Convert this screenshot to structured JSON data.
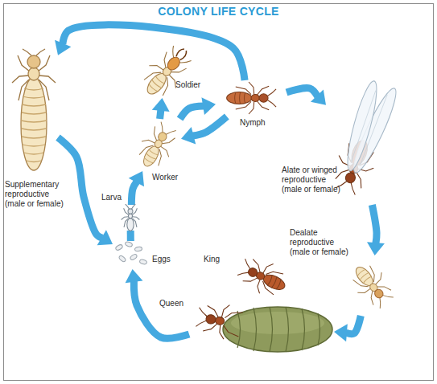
{
  "diagram": {
    "title": "COLONY LIFE CYCLE",
    "nodes": [
      {
        "text": [
          "Soldier"
        ]
      },
      {
        "text": [
          "Nymph"
        ]
      },
      {
        "text": [
          "Alate or winged reproductive (male or female)"
        ]
      },
      {
        "text": [
          "Worker"
        ]
      },
      {
        "text": [
          "Supplementary reproductive (male or female)"
        ]
      },
      {
        "text": [
          "Larva"
        ]
      },
      {
        "text": [
          "Dealate reproductive (male or female)"
        ]
      },
      {
        "text": [
          "Eggs"
        ]
      },
      {
        "text": [
          "King"
        ]
      },
      {
        "text": [
          "Queen"
        ]
      }
    ],
    "edges": [
      {
        "from": 7,
        "to": 5,
        "arrow": "none"
      },
      {
        "from": 5,
        "to": 3,
        "arrow": "to"
      },
      {
        "from": 3,
        "to": 0,
        "arrow": "to"
      },
      {
        "from": 3,
        "to": 1,
        "arrow": "to"
      },
      {
        "from": 1,
        "to": 3,
        "arrow": "to"
      },
      {
        "from": 1,
        "to": 2,
        "arrow": "to"
      },
      {
        "from": 2,
        "to": 6,
        "arrow": "to"
      },
      {
        "from": 6,
        "to": 9,
        "arrow": "to"
      },
      {
        "from": 9,
        "to": 7,
        "arrow": "to"
      },
      {
        "from": 1,
        "to": 4,
        "arrow": "to"
      },
      {
        "from": 4,
        "to": 7,
        "arrow": "to"
      }
    ]
  }
}
